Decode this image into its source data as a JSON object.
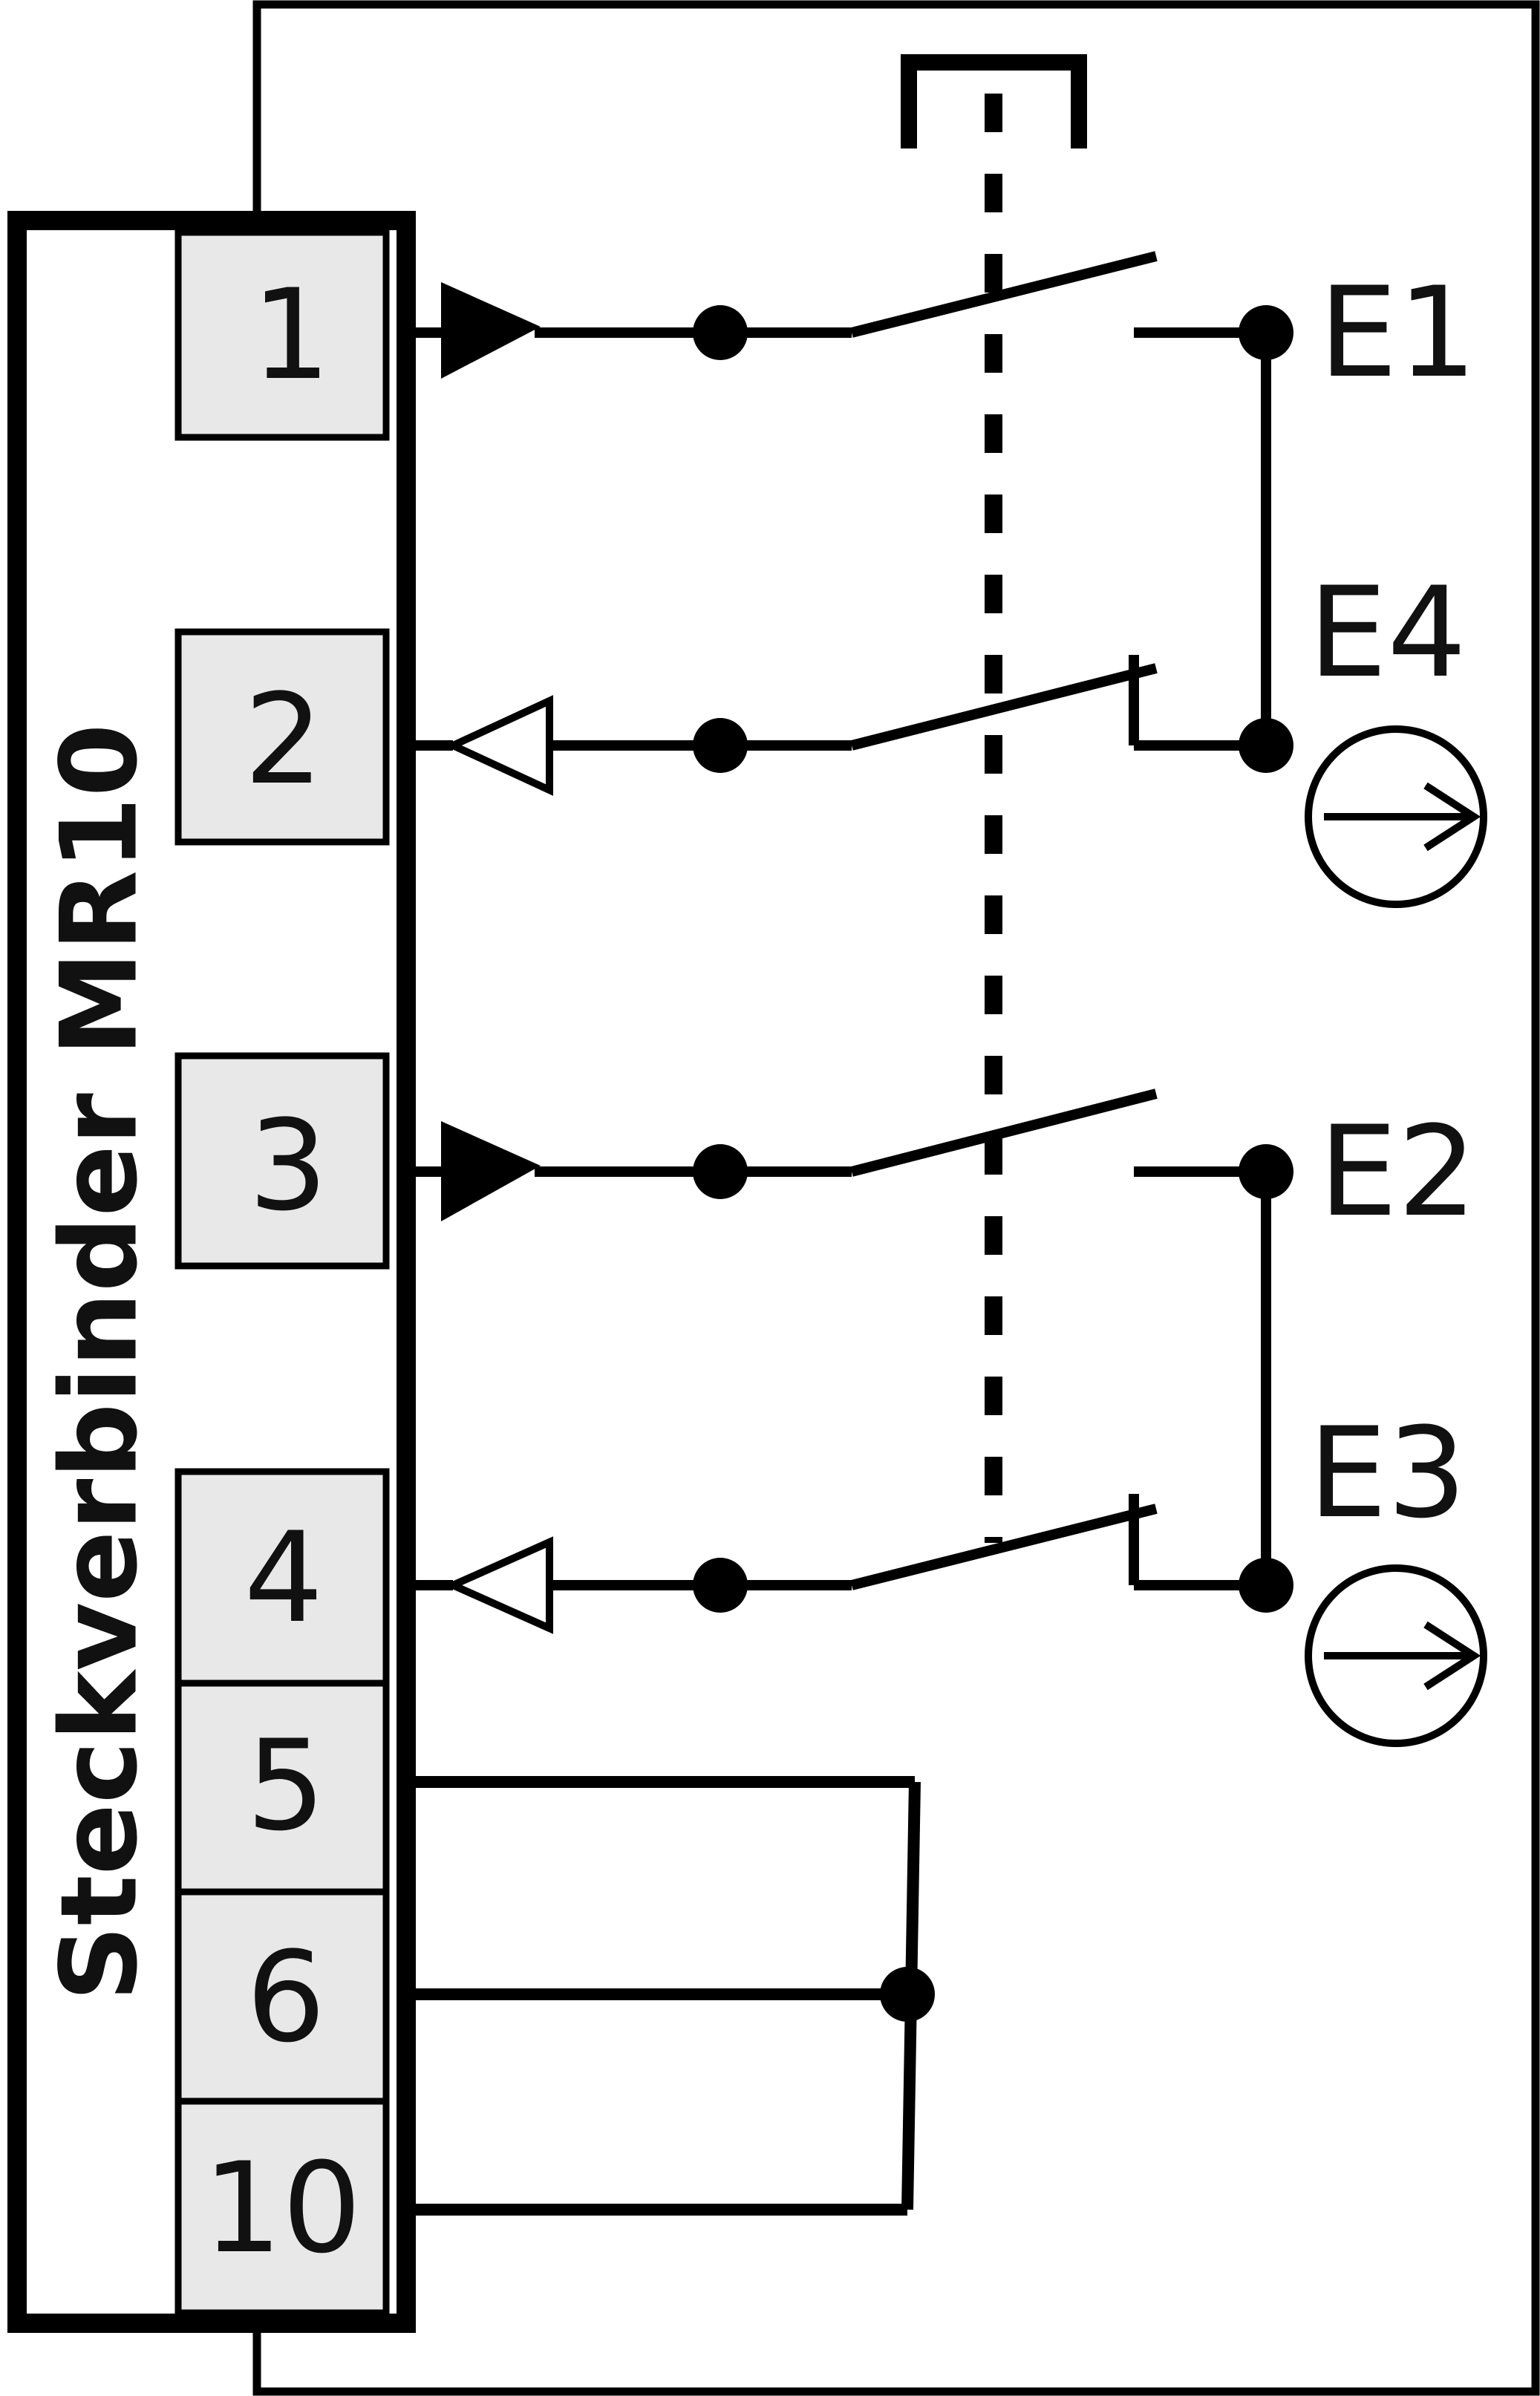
{
  "connector": {
    "title": "Steckverbinder MR10",
    "pins": [
      "1",
      "2",
      "3",
      "4",
      "5",
      "6",
      "10"
    ]
  },
  "terminals": {
    "e1": "E1",
    "e4": "E4",
    "e2": "E2",
    "e3": "E3"
  },
  "colors": {
    "line": "#000000",
    "pin_fill": "#e8e8e8",
    "background": "#ffffff"
  },
  "icons": [
    "filled-arrow-icon",
    "hollow-arrow-icon",
    "positive-opening-icon",
    "mechanical-actuator-icon"
  ]
}
